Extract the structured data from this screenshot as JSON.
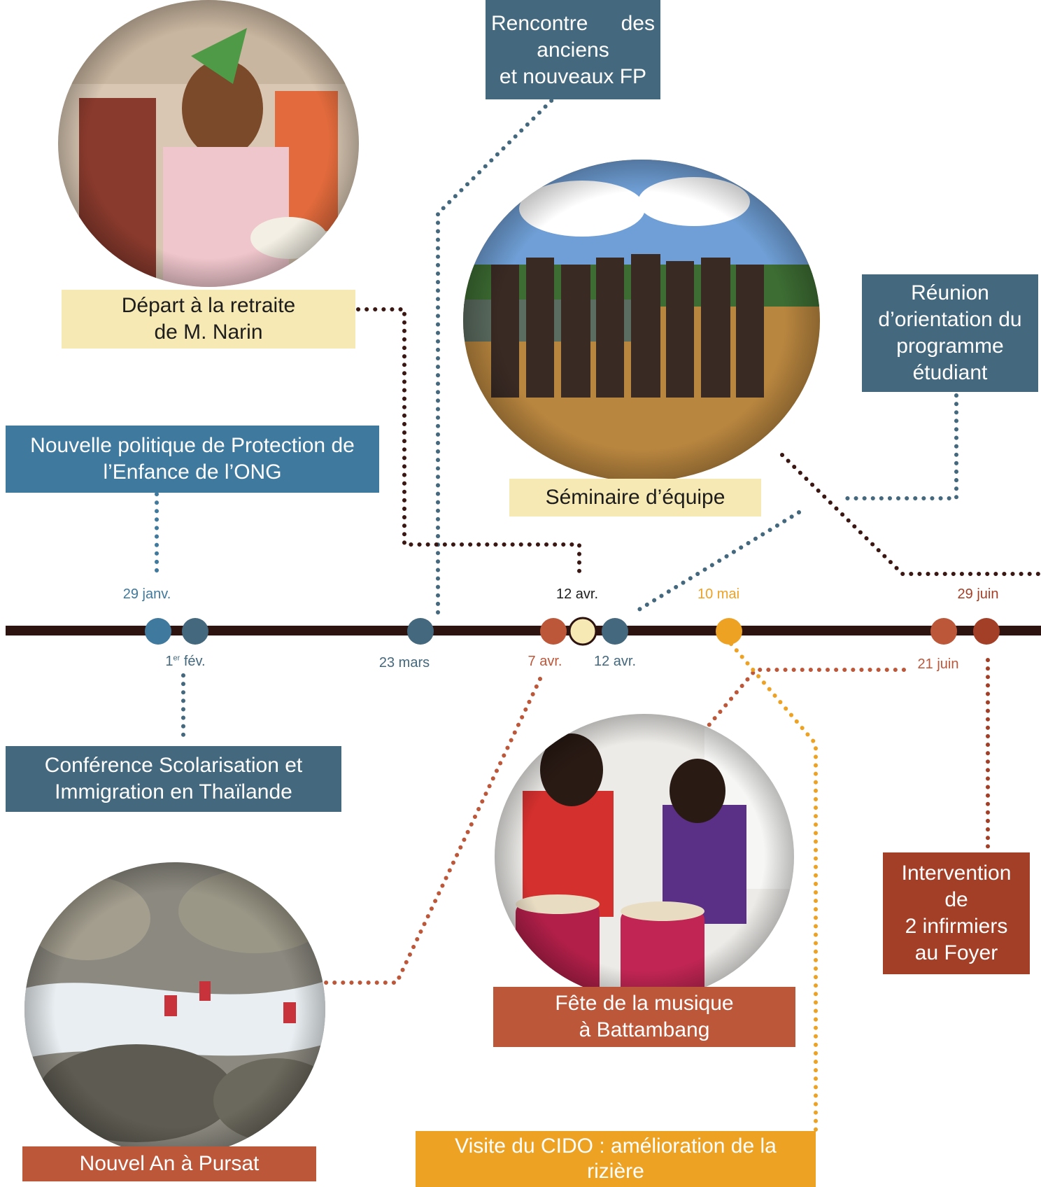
{
  "colors": {
    "slate": "#44687d",
    "steel_blue": "#3f799d",
    "cream": "#f7e9b4",
    "rust": "#bd573a",
    "brick": "#a43f27",
    "amber": "#eda224",
    "timeline": "#2e1410",
    "dark_connector": "#3a1712"
  },
  "timeline": {
    "dates": {
      "jan29": "29 janv.",
      "feb1_day": "1",
      "feb1_sup": "er",
      "feb1_month": " fév.",
      "mar23": "23 mars",
      "apr12_top": "12 avr.",
      "may10": "10 mai",
      "jun29": "29 juin",
      "apr7": "7 avr.",
      "apr12_bottom": "12 avr.",
      "jun21": "21 juin"
    }
  },
  "events": {
    "rencontre": {
      "lines": [
        "Rencontre des",
        "anciens",
        "et nouveaux FP"
      ]
    },
    "depart": {
      "lines": [
        "Départ à la retraite",
        "de M. Narin"
      ]
    },
    "reunion": {
      "lines": [
        "Réunion",
        "d’orientation du",
        "programme",
        "étudiant"
      ]
    },
    "politique": {
      "lines": [
        "Nouvelle politique de Protection de",
        "l’Enfance de l’ONG"
      ]
    },
    "seminaire": {
      "lines": [
        "Séminaire d’équipe"
      ]
    },
    "conference": {
      "lines": [
        "Conférence Scolarisation et",
        "Immigration en Thaïlande"
      ]
    },
    "intervention": {
      "lines": [
        "Intervention",
        "de",
        "2 infirmiers",
        "au Foyer"
      ]
    },
    "fete": {
      "lines": [
        "Fête de la musique",
        "à Battambang"
      ]
    },
    "nouvel_an": {
      "lines": [
        "Nouvel An à Pursat"
      ]
    },
    "cido": {
      "lines": [
        "Visite du CIDO : amélioration de la",
        "rizière"
      ]
    }
  },
  "photos": {
    "retirement": "retirement-party-photo",
    "seminar": "team-seminar-group-photo",
    "music": "music-festival-drums-photo",
    "new_year": "new-year-waterfall-photo"
  }
}
